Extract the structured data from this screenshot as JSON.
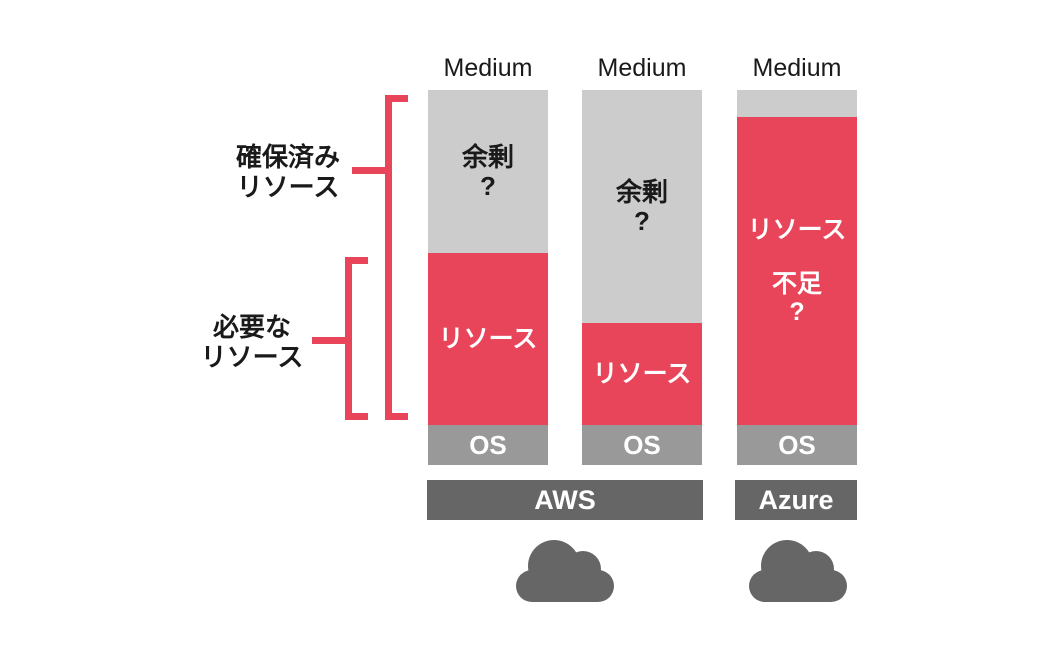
{
  "colors": {
    "accent_red": "#e8455a",
    "surplus_gray": "#cccccc",
    "os_gray": "#999999",
    "platform_gray": "#666666",
    "text_dark": "#1a1a1a",
    "text_white": "#ffffff"
  },
  "annotations": {
    "reserved": {
      "line1": "確保済み",
      "line2": "リソース"
    },
    "required": {
      "line1": "必要な",
      "line2": "リソース"
    }
  },
  "bars": {
    "bar1": {
      "size_label": "Medium",
      "surplus_line1": "余剰",
      "surplus_line2": "?",
      "resource_label": "リソース",
      "os_label": "OS"
    },
    "bar2": {
      "size_label": "Medium",
      "surplus_line1": "余剰",
      "surplus_line2": "?",
      "resource_label": "リソース",
      "os_label": "OS"
    },
    "bar3": {
      "size_label": "Medium",
      "resource_line1": "リソース",
      "shortage_line": "不足",
      "question_line": "?",
      "os_label": "OS"
    }
  },
  "platforms": {
    "aws_label": "AWS",
    "azure_label": "Azure"
  }
}
